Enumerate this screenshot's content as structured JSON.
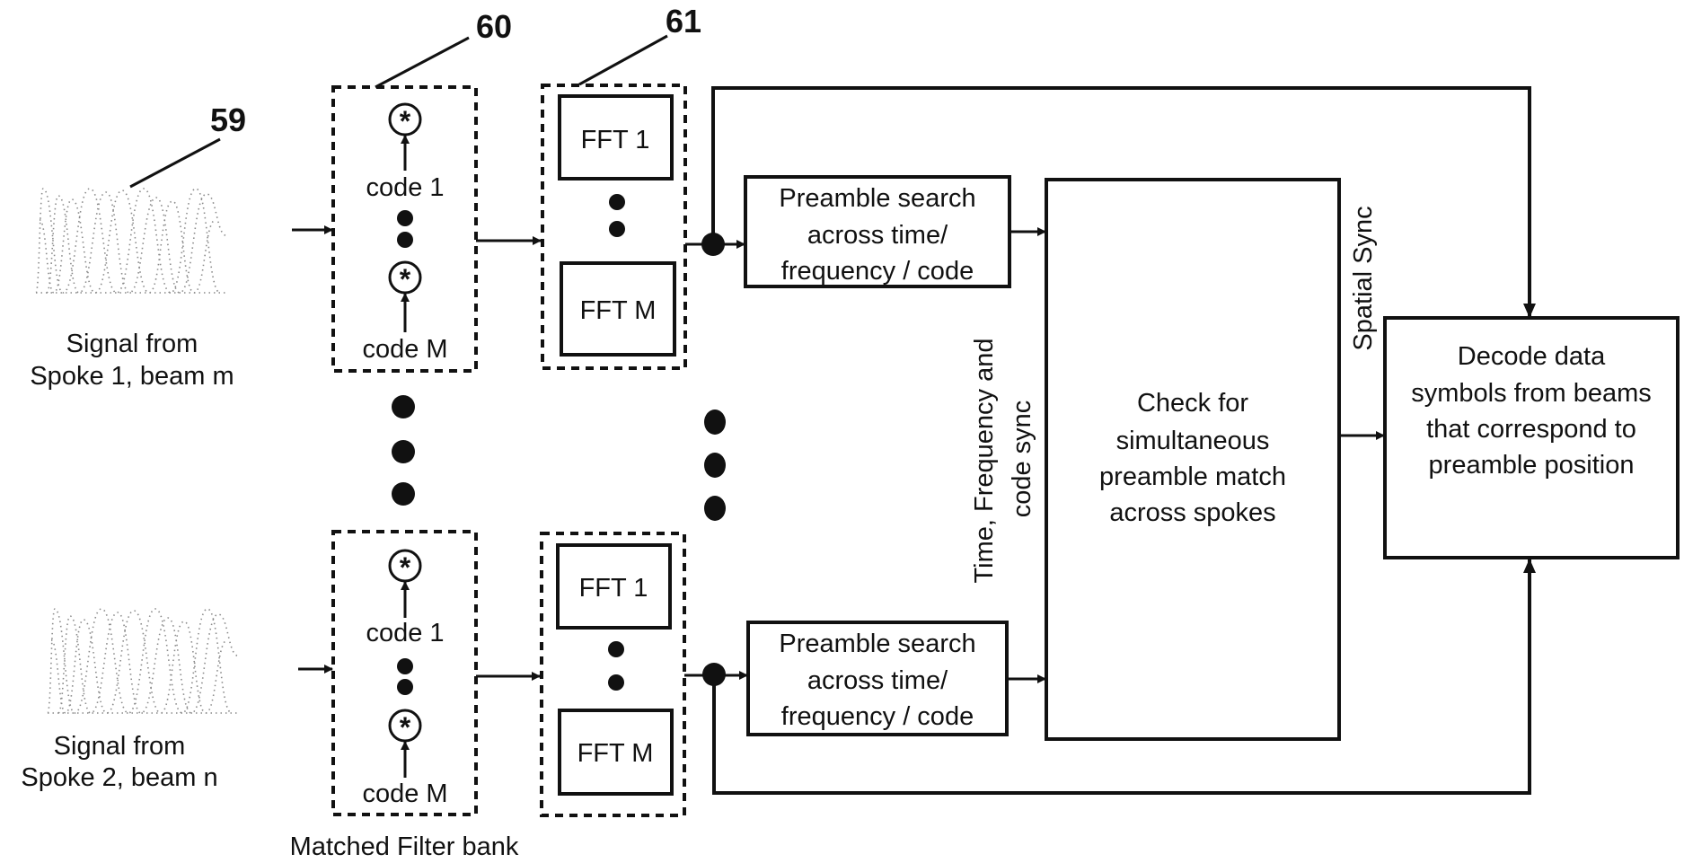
{
  "diagram": {
    "reference_numbers": {
      "signal": "59",
      "matched_filter": "60",
      "fft_bank": "61"
    },
    "spokes": [
      {
        "signal_label_line1": "Signal from",
        "signal_label_line2": "Spoke 1, beam m",
        "matched_filter": {
          "code_first": "code 1",
          "code_last": "code M",
          "operator_symbol": "*"
        },
        "fft": {
          "first": "FFT 1",
          "last": "FFT M"
        },
        "preamble_search": [
          "Preamble search",
          "across time/",
          "frequency / code"
        ]
      },
      {
        "signal_label_line1": "Signal from",
        "signal_label_line2": "Spoke 2, beam n",
        "matched_filter": {
          "code_first": "code 1",
          "code_last": "code M",
          "operator_symbol": "*"
        },
        "fft": {
          "first": "FFT 1",
          "last": "FFT M"
        },
        "preamble_search": [
          "Preamble search",
          "across time/",
          "frequency / code"
        ]
      }
    ],
    "matched_filter_caption": "Matched Filter bank",
    "sync_labels": {
      "time_freq_line1": "Time, Frequency and",
      "time_freq_line2": "code sync",
      "spatial": "Spatial Sync"
    },
    "check_box": [
      "Check for",
      "simultaneous",
      "preamble match",
      "across spokes"
    ],
    "decode_box": [
      "Decode data",
      "symbols from beams",
      "that correspond to",
      "preamble position"
    ]
  }
}
